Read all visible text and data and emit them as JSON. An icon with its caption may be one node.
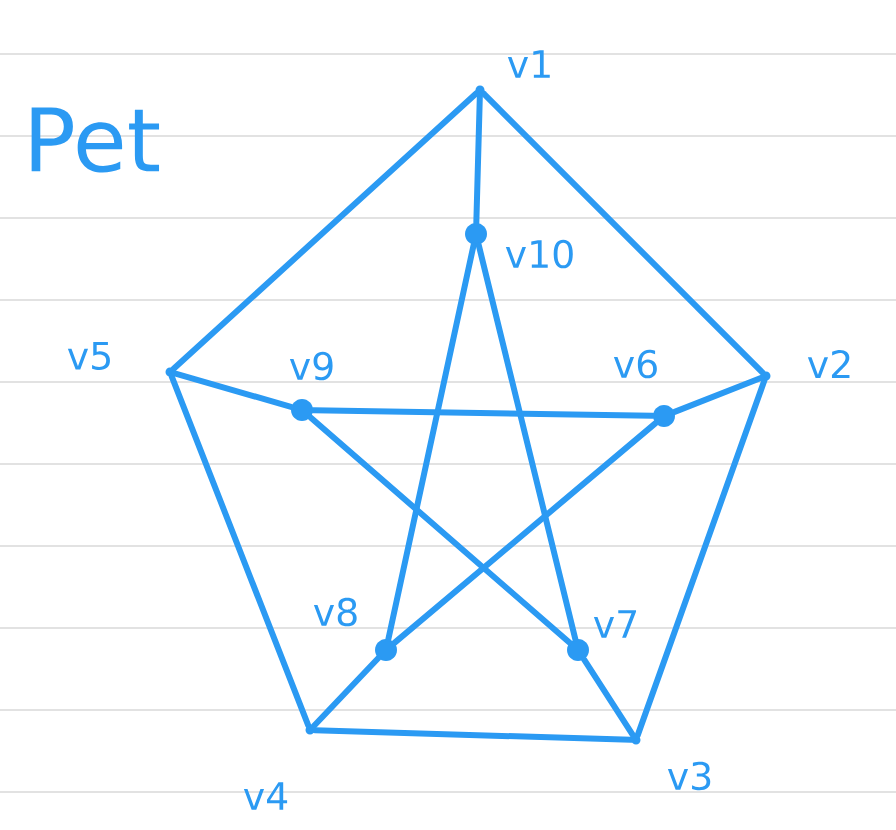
{
  "diagram": {
    "title": "Pet",
    "nodes": [
      {
        "text": [],
        "shape": "point",
        "beside": [
          "v1"
        ]
      },
      {
        "text": [],
        "shape": "point",
        "beside": [
          "v2"
        ]
      },
      {
        "text": [],
        "shape": "point",
        "beside": [
          "v3"
        ]
      },
      {
        "text": [],
        "shape": "point",
        "beside": [
          "v4"
        ]
      },
      {
        "text": [],
        "shape": "point",
        "beside": [
          "v5"
        ]
      },
      {
        "text": [],
        "shape": "circle",
        "beside": [
          "v6"
        ]
      },
      {
        "text": [],
        "shape": "circle",
        "beside": [
          "v7"
        ]
      },
      {
        "text": [],
        "shape": "circle",
        "beside": [
          "v8"
        ]
      },
      {
        "text": [],
        "shape": "circle",
        "beside": [
          "v9"
        ]
      },
      {
        "text": [],
        "shape": "circle",
        "beside": [
          "v10"
        ]
      }
    ],
    "edges": [
      {
        "from": 0,
        "to": 1,
        "arrow": "none"
      },
      {
        "from": 1,
        "to": 2,
        "arrow": "none"
      },
      {
        "from": 2,
        "to": 3,
        "arrow": "none"
      },
      {
        "from": 3,
        "to": 4,
        "arrow": "none"
      },
      {
        "from": 4,
        "to": 0,
        "arrow": "none"
      },
      {
        "from": 0,
        "to": 9,
        "arrow": "none"
      },
      {
        "from": 1,
        "to": 5,
        "arrow": "none"
      },
      {
        "from": 2,
        "to": 6,
        "arrow": "none"
      },
      {
        "from": 3,
        "to": 7,
        "arrow": "none"
      },
      {
        "from": 4,
        "to": 8,
        "arrow": "none"
      },
      {
        "from": 9,
        "to": 7,
        "arrow": "none"
      },
      {
        "from": 9,
        "to": 6,
        "arrow": "none"
      },
      {
        "from": 8,
        "to": 5,
        "arrow": "none"
      },
      {
        "from": 8,
        "to": 6,
        "arrow": "none"
      },
      {
        "from": 5,
        "to": 7,
        "arrow": "none"
      }
    ]
  }
}
